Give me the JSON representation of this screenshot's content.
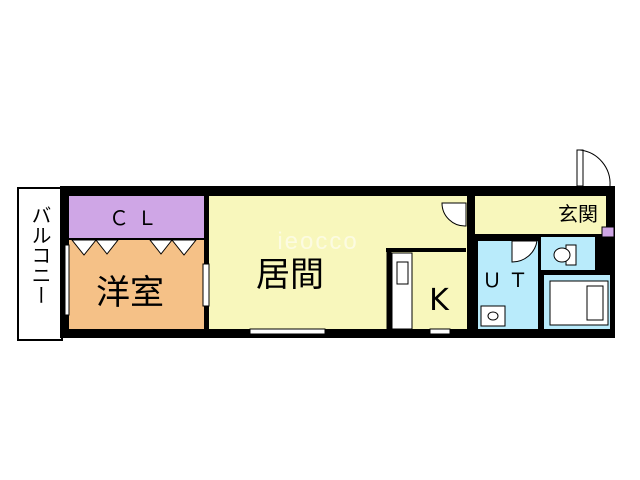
{
  "floorplan": {
    "rooms": {
      "balcony": "バルコニー",
      "closet": "ＣＬ",
      "western_room": "洋室",
      "living": "居間",
      "kitchen": "K",
      "utility": "ＵＴ",
      "entrance": "玄関"
    },
    "watermark": "ieocco",
    "colors": {
      "wall": "#000000",
      "closet": "#cfa6e6",
      "western_room": "#f5c187",
      "living": "#f8f7bc",
      "entrance": "#f8f7bc",
      "kitchen": "#f8f7bc",
      "utility": "#b9ebfb",
      "bath": "#b9ebfb",
      "toilet": "#b9ebfb",
      "balcony": "#ffffff"
    }
  }
}
